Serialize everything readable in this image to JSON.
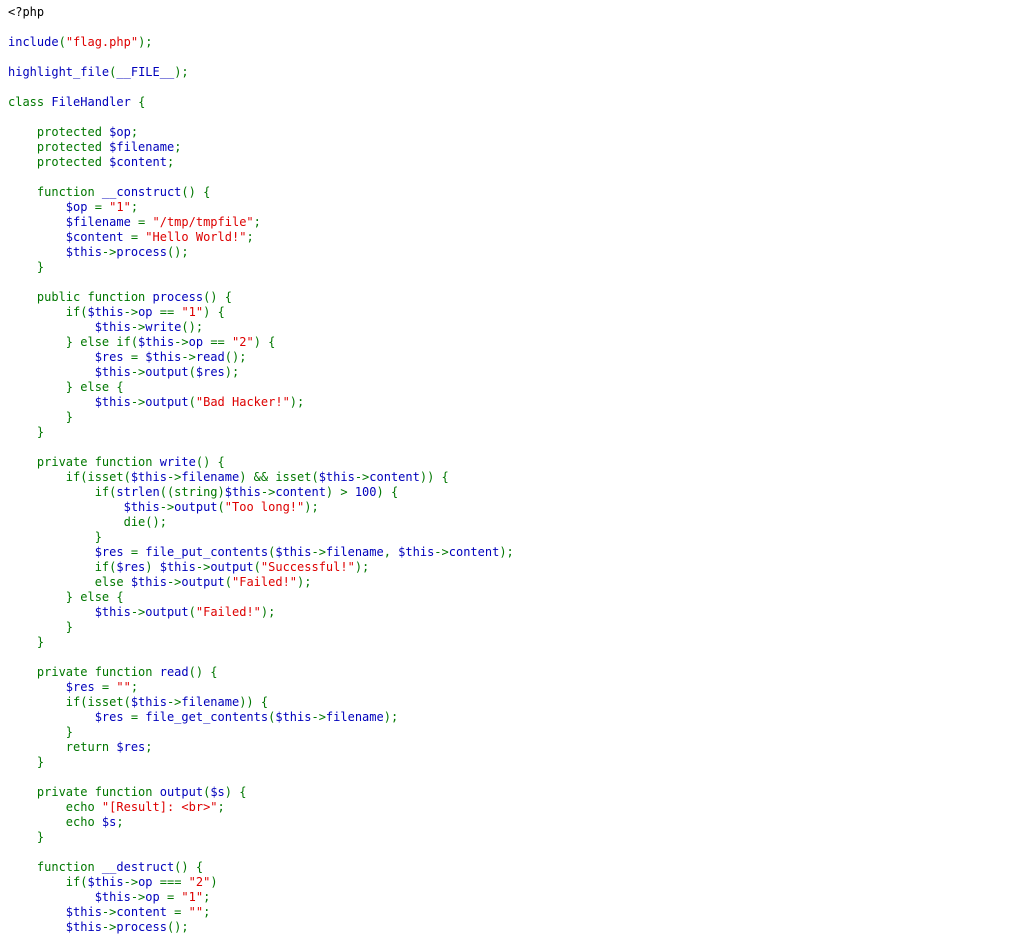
{
  "colors": {
    "default": "#0000BB",
    "keyword": "#007700",
    "string": "#DD0000",
    "html": "#000000",
    "background": "#FFFFFF"
  },
  "lines": [
    [
      {
        "t": "html",
        "v": "<?php"
      }
    ],
    [],
    [
      {
        "t": "default",
        "v": "include"
      },
      {
        "t": "keyword",
        "v": "("
      },
      {
        "t": "string",
        "v": "\"flag.php\""
      },
      {
        "t": "keyword",
        "v": ");"
      }
    ],
    [],
    [
      {
        "t": "default",
        "v": "highlight_file"
      },
      {
        "t": "keyword",
        "v": "("
      },
      {
        "t": "default",
        "v": "__FILE__"
      },
      {
        "t": "keyword",
        "v": ");"
      }
    ],
    [],
    [
      {
        "t": "keyword",
        "v": "class "
      },
      {
        "t": "default",
        "v": "FileHandler "
      },
      {
        "t": "keyword",
        "v": "{"
      }
    ],
    [],
    [
      {
        "t": "keyword",
        "v": "    protected "
      },
      {
        "t": "default",
        "v": "$op"
      },
      {
        "t": "keyword",
        "v": ";"
      }
    ],
    [
      {
        "t": "keyword",
        "v": "    protected "
      },
      {
        "t": "default",
        "v": "$filename"
      },
      {
        "t": "keyword",
        "v": ";"
      }
    ],
    [
      {
        "t": "keyword",
        "v": "    protected "
      },
      {
        "t": "default",
        "v": "$content"
      },
      {
        "t": "keyword",
        "v": ";"
      }
    ],
    [],
    [
      {
        "t": "keyword",
        "v": "    function "
      },
      {
        "t": "default",
        "v": "__construct"
      },
      {
        "t": "keyword",
        "v": "() {"
      }
    ],
    [
      {
        "t": "default",
        "v": "        $op "
      },
      {
        "t": "keyword",
        "v": "= "
      },
      {
        "t": "string",
        "v": "\"1\""
      },
      {
        "t": "keyword",
        "v": ";"
      }
    ],
    [
      {
        "t": "default",
        "v": "        $filename "
      },
      {
        "t": "keyword",
        "v": "= "
      },
      {
        "t": "string",
        "v": "\"/tmp/tmpfile\""
      },
      {
        "t": "keyword",
        "v": ";"
      }
    ],
    [
      {
        "t": "default",
        "v": "        $content "
      },
      {
        "t": "keyword",
        "v": "= "
      },
      {
        "t": "string",
        "v": "\"Hello World!\""
      },
      {
        "t": "keyword",
        "v": ";"
      }
    ],
    [
      {
        "t": "default",
        "v": "        $this"
      },
      {
        "t": "keyword",
        "v": "->"
      },
      {
        "t": "default",
        "v": "process"
      },
      {
        "t": "keyword",
        "v": "();"
      }
    ],
    [
      {
        "t": "keyword",
        "v": "    }"
      }
    ],
    [],
    [
      {
        "t": "keyword",
        "v": "    public function "
      },
      {
        "t": "default",
        "v": "process"
      },
      {
        "t": "keyword",
        "v": "() {"
      }
    ],
    [
      {
        "t": "keyword",
        "v": "        if("
      },
      {
        "t": "default",
        "v": "$this"
      },
      {
        "t": "keyword",
        "v": "->"
      },
      {
        "t": "default",
        "v": "op "
      },
      {
        "t": "keyword",
        "v": "== "
      },
      {
        "t": "string",
        "v": "\"1\""
      },
      {
        "t": "keyword",
        "v": ") {"
      }
    ],
    [
      {
        "t": "default",
        "v": "            $this"
      },
      {
        "t": "keyword",
        "v": "->"
      },
      {
        "t": "default",
        "v": "write"
      },
      {
        "t": "keyword",
        "v": "();"
      }
    ],
    [
      {
        "t": "keyword",
        "v": "        } else if("
      },
      {
        "t": "default",
        "v": "$this"
      },
      {
        "t": "keyword",
        "v": "->"
      },
      {
        "t": "default",
        "v": "op "
      },
      {
        "t": "keyword",
        "v": "== "
      },
      {
        "t": "string",
        "v": "\"2\""
      },
      {
        "t": "keyword",
        "v": ") {"
      }
    ],
    [
      {
        "t": "default",
        "v": "            $res "
      },
      {
        "t": "keyword",
        "v": "= "
      },
      {
        "t": "default",
        "v": "$this"
      },
      {
        "t": "keyword",
        "v": "->"
      },
      {
        "t": "default",
        "v": "read"
      },
      {
        "t": "keyword",
        "v": "();"
      }
    ],
    [
      {
        "t": "default",
        "v": "            $this"
      },
      {
        "t": "keyword",
        "v": "->"
      },
      {
        "t": "default",
        "v": "output"
      },
      {
        "t": "keyword",
        "v": "("
      },
      {
        "t": "default",
        "v": "$res"
      },
      {
        "t": "keyword",
        "v": ");"
      }
    ],
    [
      {
        "t": "keyword",
        "v": "        } else {"
      }
    ],
    [
      {
        "t": "default",
        "v": "            $this"
      },
      {
        "t": "keyword",
        "v": "->"
      },
      {
        "t": "default",
        "v": "output"
      },
      {
        "t": "keyword",
        "v": "("
      },
      {
        "t": "string",
        "v": "\"Bad Hacker!\""
      },
      {
        "t": "keyword",
        "v": ");"
      }
    ],
    [
      {
        "t": "keyword",
        "v": "        }"
      }
    ],
    [
      {
        "t": "keyword",
        "v": "    }"
      }
    ],
    [],
    [
      {
        "t": "keyword",
        "v": "    private function "
      },
      {
        "t": "default",
        "v": "write"
      },
      {
        "t": "keyword",
        "v": "() {"
      }
    ],
    [
      {
        "t": "keyword",
        "v": "        if(isset("
      },
      {
        "t": "default",
        "v": "$this"
      },
      {
        "t": "keyword",
        "v": "->"
      },
      {
        "t": "default",
        "v": "filename"
      },
      {
        "t": "keyword",
        "v": ") && isset("
      },
      {
        "t": "default",
        "v": "$this"
      },
      {
        "t": "keyword",
        "v": "->"
      },
      {
        "t": "default",
        "v": "content"
      },
      {
        "t": "keyword",
        "v": ")) {"
      }
    ],
    [
      {
        "t": "keyword",
        "v": "            if("
      },
      {
        "t": "default",
        "v": "strlen"
      },
      {
        "t": "keyword",
        "v": "((string)"
      },
      {
        "t": "default",
        "v": "$this"
      },
      {
        "t": "keyword",
        "v": "->"
      },
      {
        "t": "default",
        "v": "content"
      },
      {
        "t": "keyword",
        "v": ") > "
      },
      {
        "t": "default",
        "v": "100"
      },
      {
        "t": "keyword",
        "v": ") {"
      }
    ],
    [
      {
        "t": "default",
        "v": "                $this"
      },
      {
        "t": "keyword",
        "v": "->"
      },
      {
        "t": "default",
        "v": "output"
      },
      {
        "t": "keyword",
        "v": "("
      },
      {
        "t": "string",
        "v": "\"Too long!\""
      },
      {
        "t": "keyword",
        "v": ");"
      }
    ],
    [
      {
        "t": "keyword",
        "v": "                die();"
      }
    ],
    [
      {
        "t": "keyword",
        "v": "            }"
      }
    ],
    [
      {
        "t": "default",
        "v": "            $res "
      },
      {
        "t": "keyword",
        "v": "= "
      },
      {
        "t": "default",
        "v": "file_put_contents"
      },
      {
        "t": "keyword",
        "v": "("
      },
      {
        "t": "default",
        "v": "$this"
      },
      {
        "t": "keyword",
        "v": "->"
      },
      {
        "t": "default",
        "v": "filename"
      },
      {
        "t": "keyword",
        "v": ", "
      },
      {
        "t": "default",
        "v": "$this"
      },
      {
        "t": "keyword",
        "v": "->"
      },
      {
        "t": "default",
        "v": "content"
      },
      {
        "t": "keyword",
        "v": ");"
      }
    ],
    [
      {
        "t": "keyword",
        "v": "            if("
      },
      {
        "t": "default",
        "v": "$res"
      },
      {
        "t": "keyword",
        "v": ") "
      },
      {
        "t": "default",
        "v": "$this"
      },
      {
        "t": "keyword",
        "v": "->"
      },
      {
        "t": "default",
        "v": "output"
      },
      {
        "t": "keyword",
        "v": "("
      },
      {
        "t": "string",
        "v": "\"Successful!\""
      },
      {
        "t": "keyword",
        "v": ");"
      }
    ],
    [
      {
        "t": "keyword",
        "v": "            else "
      },
      {
        "t": "default",
        "v": "$this"
      },
      {
        "t": "keyword",
        "v": "->"
      },
      {
        "t": "default",
        "v": "output"
      },
      {
        "t": "keyword",
        "v": "("
      },
      {
        "t": "string",
        "v": "\"Failed!\""
      },
      {
        "t": "keyword",
        "v": ");"
      }
    ],
    [
      {
        "t": "keyword",
        "v": "        } else {"
      }
    ],
    [
      {
        "t": "default",
        "v": "            $this"
      },
      {
        "t": "keyword",
        "v": "->"
      },
      {
        "t": "default",
        "v": "output"
      },
      {
        "t": "keyword",
        "v": "("
      },
      {
        "t": "string",
        "v": "\"Failed!\""
      },
      {
        "t": "keyword",
        "v": ");"
      }
    ],
    [
      {
        "t": "keyword",
        "v": "        }"
      }
    ],
    [
      {
        "t": "keyword",
        "v": "    }"
      }
    ],
    [],
    [
      {
        "t": "keyword",
        "v": "    private function "
      },
      {
        "t": "default",
        "v": "read"
      },
      {
        "t": "keyword",
        "v": "() {"
      }
    ],
    [
      {
        "t": "default",
        "v": "        $res "
      },
      {
        "t": "keyword",
        "v": "= "
      },
      {
        "t": "string",
        "v": "\"\""
      },
      {
        "t": "keyword",
        "v": ";"
      }
    ],
    [
      {
        "t": "keyword",
        "v": "        if(isset("
      },
      {
        "t": "default",
        "v": "$this"
      },
      {
        "t": "keyword",
        "v": "->"
      },
      {
        "t": "default",
        "v": "filename"
      },
      {
        "t": "keyword",
        "v": ")) {"
      }
    ],
    [
      {
        "t": "default",
        "v": "            $res "
      },
      {
        "t": "keyword",
        "v": "= "
      },
      {
        "t": "default",
        "v": "file_get_contents"
      },
      {
        "t": "keyword",
        "v": "("
      },
      {
        "t": "default",
        "v": "$this"
      },
      {
        "t": "keyword",
        "v": "->"
      },
      {
        "t": "default",
        "v": "filename"
      },
      {
        "t": "keyword",
        "v": ");"
      }
    ],
    [
      {
        "t": "keyword",
        "v": "        }"
      }
    ],
    [
      {
        "t": "keyword",
        "v": "        return "
      },
      {
        "t": "default",
        "v": "$res"
      },
      {
        "t": "keyword",
        "v": ";"
      }
    ],
    [
      {
        "t": "keyword",
        "v": "    }"
      }
    ],
    [],
    [
      {
        "t": "keyword",
        "v": "    private function "
      },
      {
        "t": "default",
        "v": "output"
      },
      {
        "t": "keyword",
        "v": "("
      },
      {
        "t": "default",
        "v": "$s"
      },
      {
        "t": "keyword",
        "v": ") {"
      }
    ],
    [
      {
        "t": "keyword",
        "v": "        echo "
      },
      {
        "t": "string",
        "v": "\"[Result]: <br>\""
      },
      {
        "t": "keyword",
        "v": ";"
      }
    ],
    [
      {
        "t": "keyword",
        "v": "        echo "
      },
      {
        "t": "default",
        "v": "$s"
      },
      {
        "t": "keyword",
        "v": ";"
      }
    ],
    [
      {
        "t": "keyword",
        "v": "    }"
      }
    ],
    [],
    [
      {
        "t": "keyword",
        "v": "    function "
      },
      {
        "t": "default",
        "v": "__destruct"
      },
      {
        "t": "keyword",
        "v": "() {"
      }
    ],
    [
      {
        "t": "keyword",
        "v": "        if("
      },
      {
        "t": "default",
        "v": "$this"
      },
      {
        "t": "keyword",
        "v": "->"
      },
      {
        "t": "default",
        "v": "op "
      },
      {
        "t": "keyword",
        "v": "=== "
      },
      {
        "t": "string",
        "v": "\"2\""
      },
      {
        "t": "keyword",
        "v": ")"
      }
    ],
    [
      {
        "t": "default",
        "v": "            $this"
      },
      {
        "t": "keyword",
        "v": "->"
      },
      {
        "t": "default",
        "v": "op "
      },
      {
        "t": "keyword",
        "v": "= "
      },
      {
        "t": "string",
        "v": "\"1\""
      },
      {
        "t": "keyword",
        "v": ";"
      }
    ],
    [
      {
        "t": "default",
        "v": "        $this"
      },
      {
        "t": "keyword",
        "v": "->"
      },
      {
        "t": "default",
        "v": "content "
      },
      {
        "t": "keyword",
        "v": "= "
      },
      {
        "t": "string",
        "v": "\"\""
      },
      {
        "t": "keyword",
        "v": ";"
      }
    ],
    [
      {
        "t": "default",
        "v": "        $this"
      },
      {
        "t": "keyword",
        "v": "->"
      },
      {
        "t": "default",
        "v": "process"
      },
      {
        "t": "keyword",
        "v": "();"
      }
    ]
  ]
}
